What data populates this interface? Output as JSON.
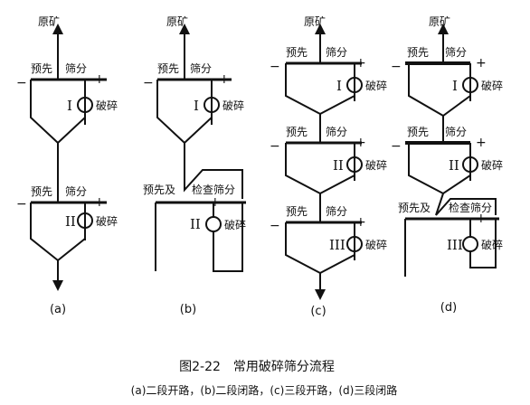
{
  "label_raw_ore": "原矿",
  "label_pre_screen": "预先",
  "label_screen": "筛分",
  "label_pre_and_check": "预先及",
  "label_check_screen": "检查筛分",
  "label_crush": "破碎",
  "sign_plus": "+",
  "sign_minus": "−",
  "numeral_1": "I",
  "numeral_2": "II",
  "numeral_3": "III",
  "panel_a": "(a)",
  "panel_b": "(b)",
  "panel_c": "(c)",
  "panel_d": "(d)",
  "caption_title": "图2-22　常用破碎筛分流程",
  "caption_sub": "(a)二段开路，(b)二段闭路，(c)三段开路，(d)三段闭路"
}
